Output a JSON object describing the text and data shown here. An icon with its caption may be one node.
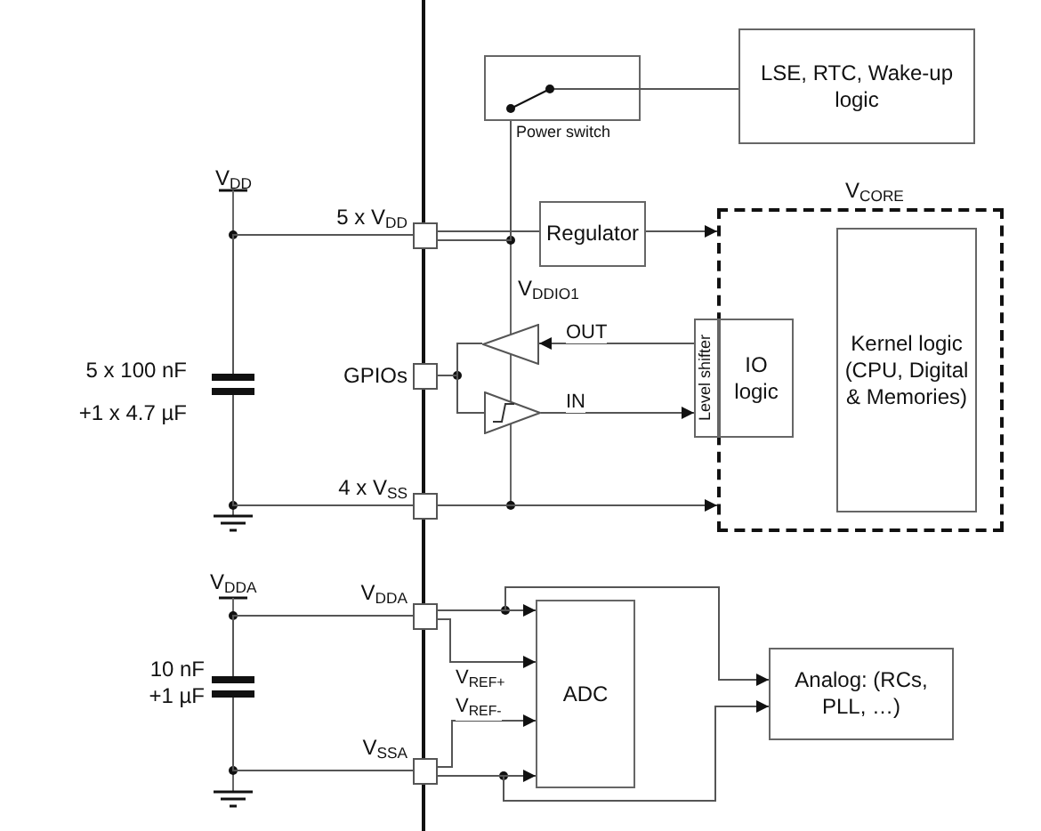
{
  "diagram": {
    "nodes": [
      {
        "text": [
          "LSE, RTC, Wake-up logic"
        ]
      },
      {
        "text": [
          "Power switch"
        ]
      },
      {
        "text": [
          "Regulator"
        ]
      },
      {
        "text": [
          "V$_{CORE}$"
        ]
      },
      {
        "text": [
          "Kernel logic (CPU, Digital & Memories)"
        ],
        "in": 3
      },
      {
        "text": [
          "Level shifter"
        ]
      },
      {
        "text": [
          "IO logic"
        ],
        "in": 3
      },
      {
        "text": [],
        "shape": "triangle"
      },
      {
        "text": [],
        "shape": "triangle"
      },
      {
        "text": [],
        "shape": "box",
        "beside": [
          "5 x V$_{DD}$"
        ]
      },
      {
        "text": [],
        "shape": "box",
        "beside": [
          "GPIOs"
        ]
      },
      {
        "text": [],
        "shape": "box",
        "beside": [
          "4 x V$_{SS}$"
        ]
      },
      {
        "text": [],
        "shape": "box",
        "beside": [
          "V$_{DDA}$"
        ]
      },
      {
        "text": [],
        "shape": "box",
        "beside": [
          "V$_{SSA}$"
        ]
      },
      {
        "text": [
          "ADC"
        ]
      },
      {
        "text": [
          "Analog: (RCs, PLL, …)"
        ]
      },
      {
        "text": [],
        "shape": "capacitor",
        "beside": [
          "5 x 100 nF",
          "+1 x 4.7 µF"
        ]
      },
      {
        "text": [],
        "shape": "capacitor",
        "beside": [
          "10 nF",
          "+1 µF"
        ]
      }
    ],
    "edges": [
      {
        "from": 9,
        "to": 2,
        "arrow": "none"
      },
      {
        "from": 2,
        "to": 3,
        "arrow": "to"
      },
      {
        "from": 1,
        "to": 0,
        "arrow": "none"
      },
      {
        "from": 9,
        "to": 1,
        "arrow": "none"
      },
      {
        "from": 5,
        "to": 7,
        "arrow": "to",
        "label": "OUT"
      },
      {
        "from": 7,
        "to": 10,
        "arrow": "none"
      },
      {
        "from": 10,
        "to": 8,
        "arrow": "none"
      },
      {
        "from": 8,
        "to": 5,
        "arrow": "to",
        "label": "IN"
      },
      {
        "from": 11,
        "to": 3,
        "arrow": "to"
      },
      {
        "from": 12,
        "to": 14,
        "arrow": "to"
      },
      {
        "from": 12,
        "to": 14,
        "arrow": "to",
        "label": "V$_{REF+}$"
      },
      {
        "from": 13,
        "to": 14,
        "arrow": "to",
        "label": "V$_{REF-}$"
      },
      {
        "from": 13,
        "to": 14,
        "arrow": "to"
      },
      {
        "from": 12,
        "to": 15,
        "arrow": "to"
      },
      {
        "from": 13,
        "to": 15,
        "arrow": "to"
      },
      {
        "from": 9,
        "to": 16,
        "arrow": "none"
      },
      {
        "from": 11,
        "to": 16,
        "arrow": "none"
      },
      {
        "from": 12,
        "to": 17,
        "arrow": "none"
      },
      {
        "from": 13,
        "to": 17,
        "arrow": "none"
      }
    ],
    "labels": [
      "V$_{DD}$",
      "V$_{DDIO1}$",
      "V$_{DDA}$"
    ]
  }
}
